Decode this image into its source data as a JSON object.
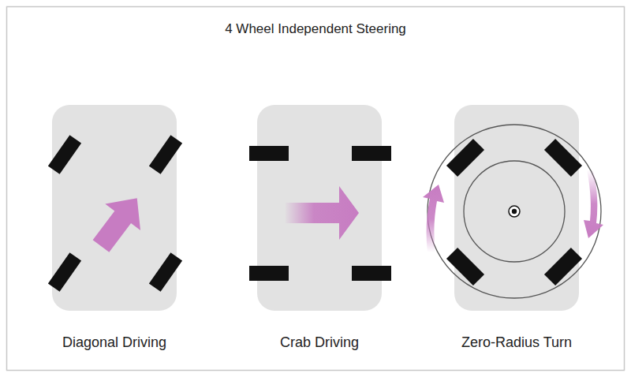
{
  "diagram": {
    "title": "4 Wheel Independent Steering",
    "labels": [
      "Diagonal Driving",
      "Crab Driving",
      "Zero-Radius Turn"
    ]
  }
}
